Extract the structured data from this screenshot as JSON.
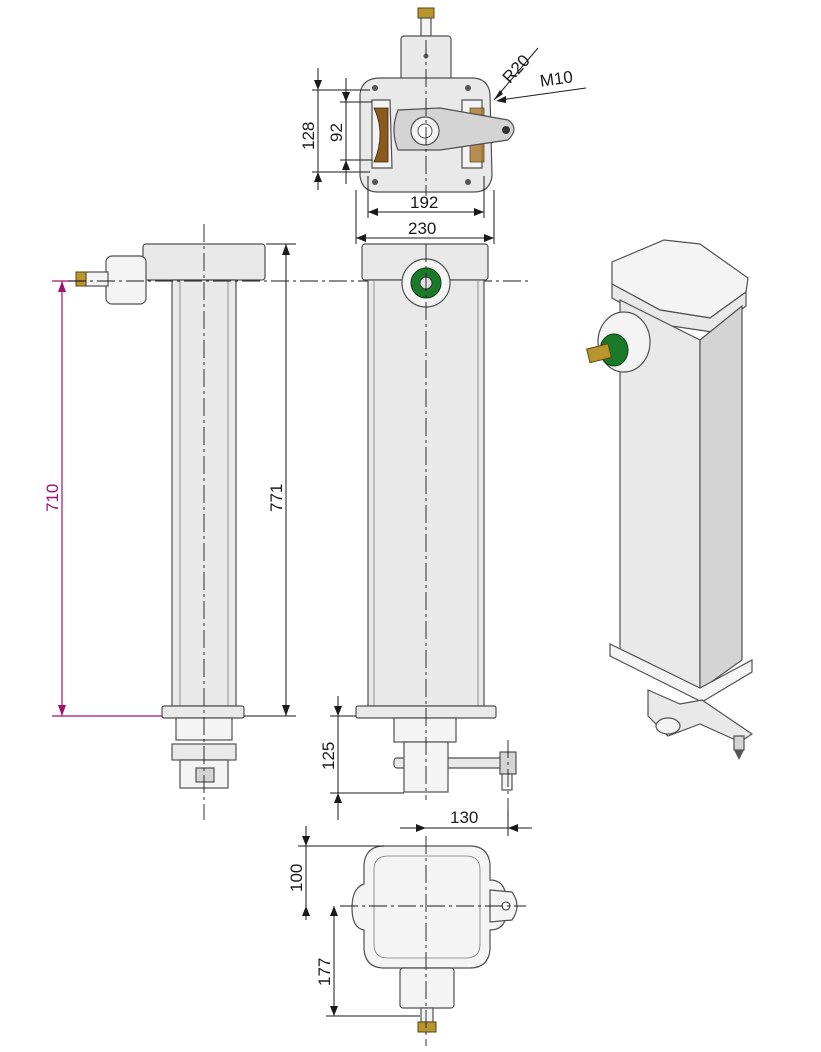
{
  "dimensions": {
    "r20": "R20",
    "m10": "M10",
    "d128": "128",
    "d92": "92",
    "d192": "192",
    "d230": "230",
    "d710": "710",
    "d771": "771",
    "d125": "125",
    "d130": "130",
    "d100": "100",
    "d177": "177"
  },
  "colors": {
    "highlight_dimension": "#a0106e",
    "fitting_brass": "#b8962e",
    "seal_green": "#1b7a2a"
  }
}
